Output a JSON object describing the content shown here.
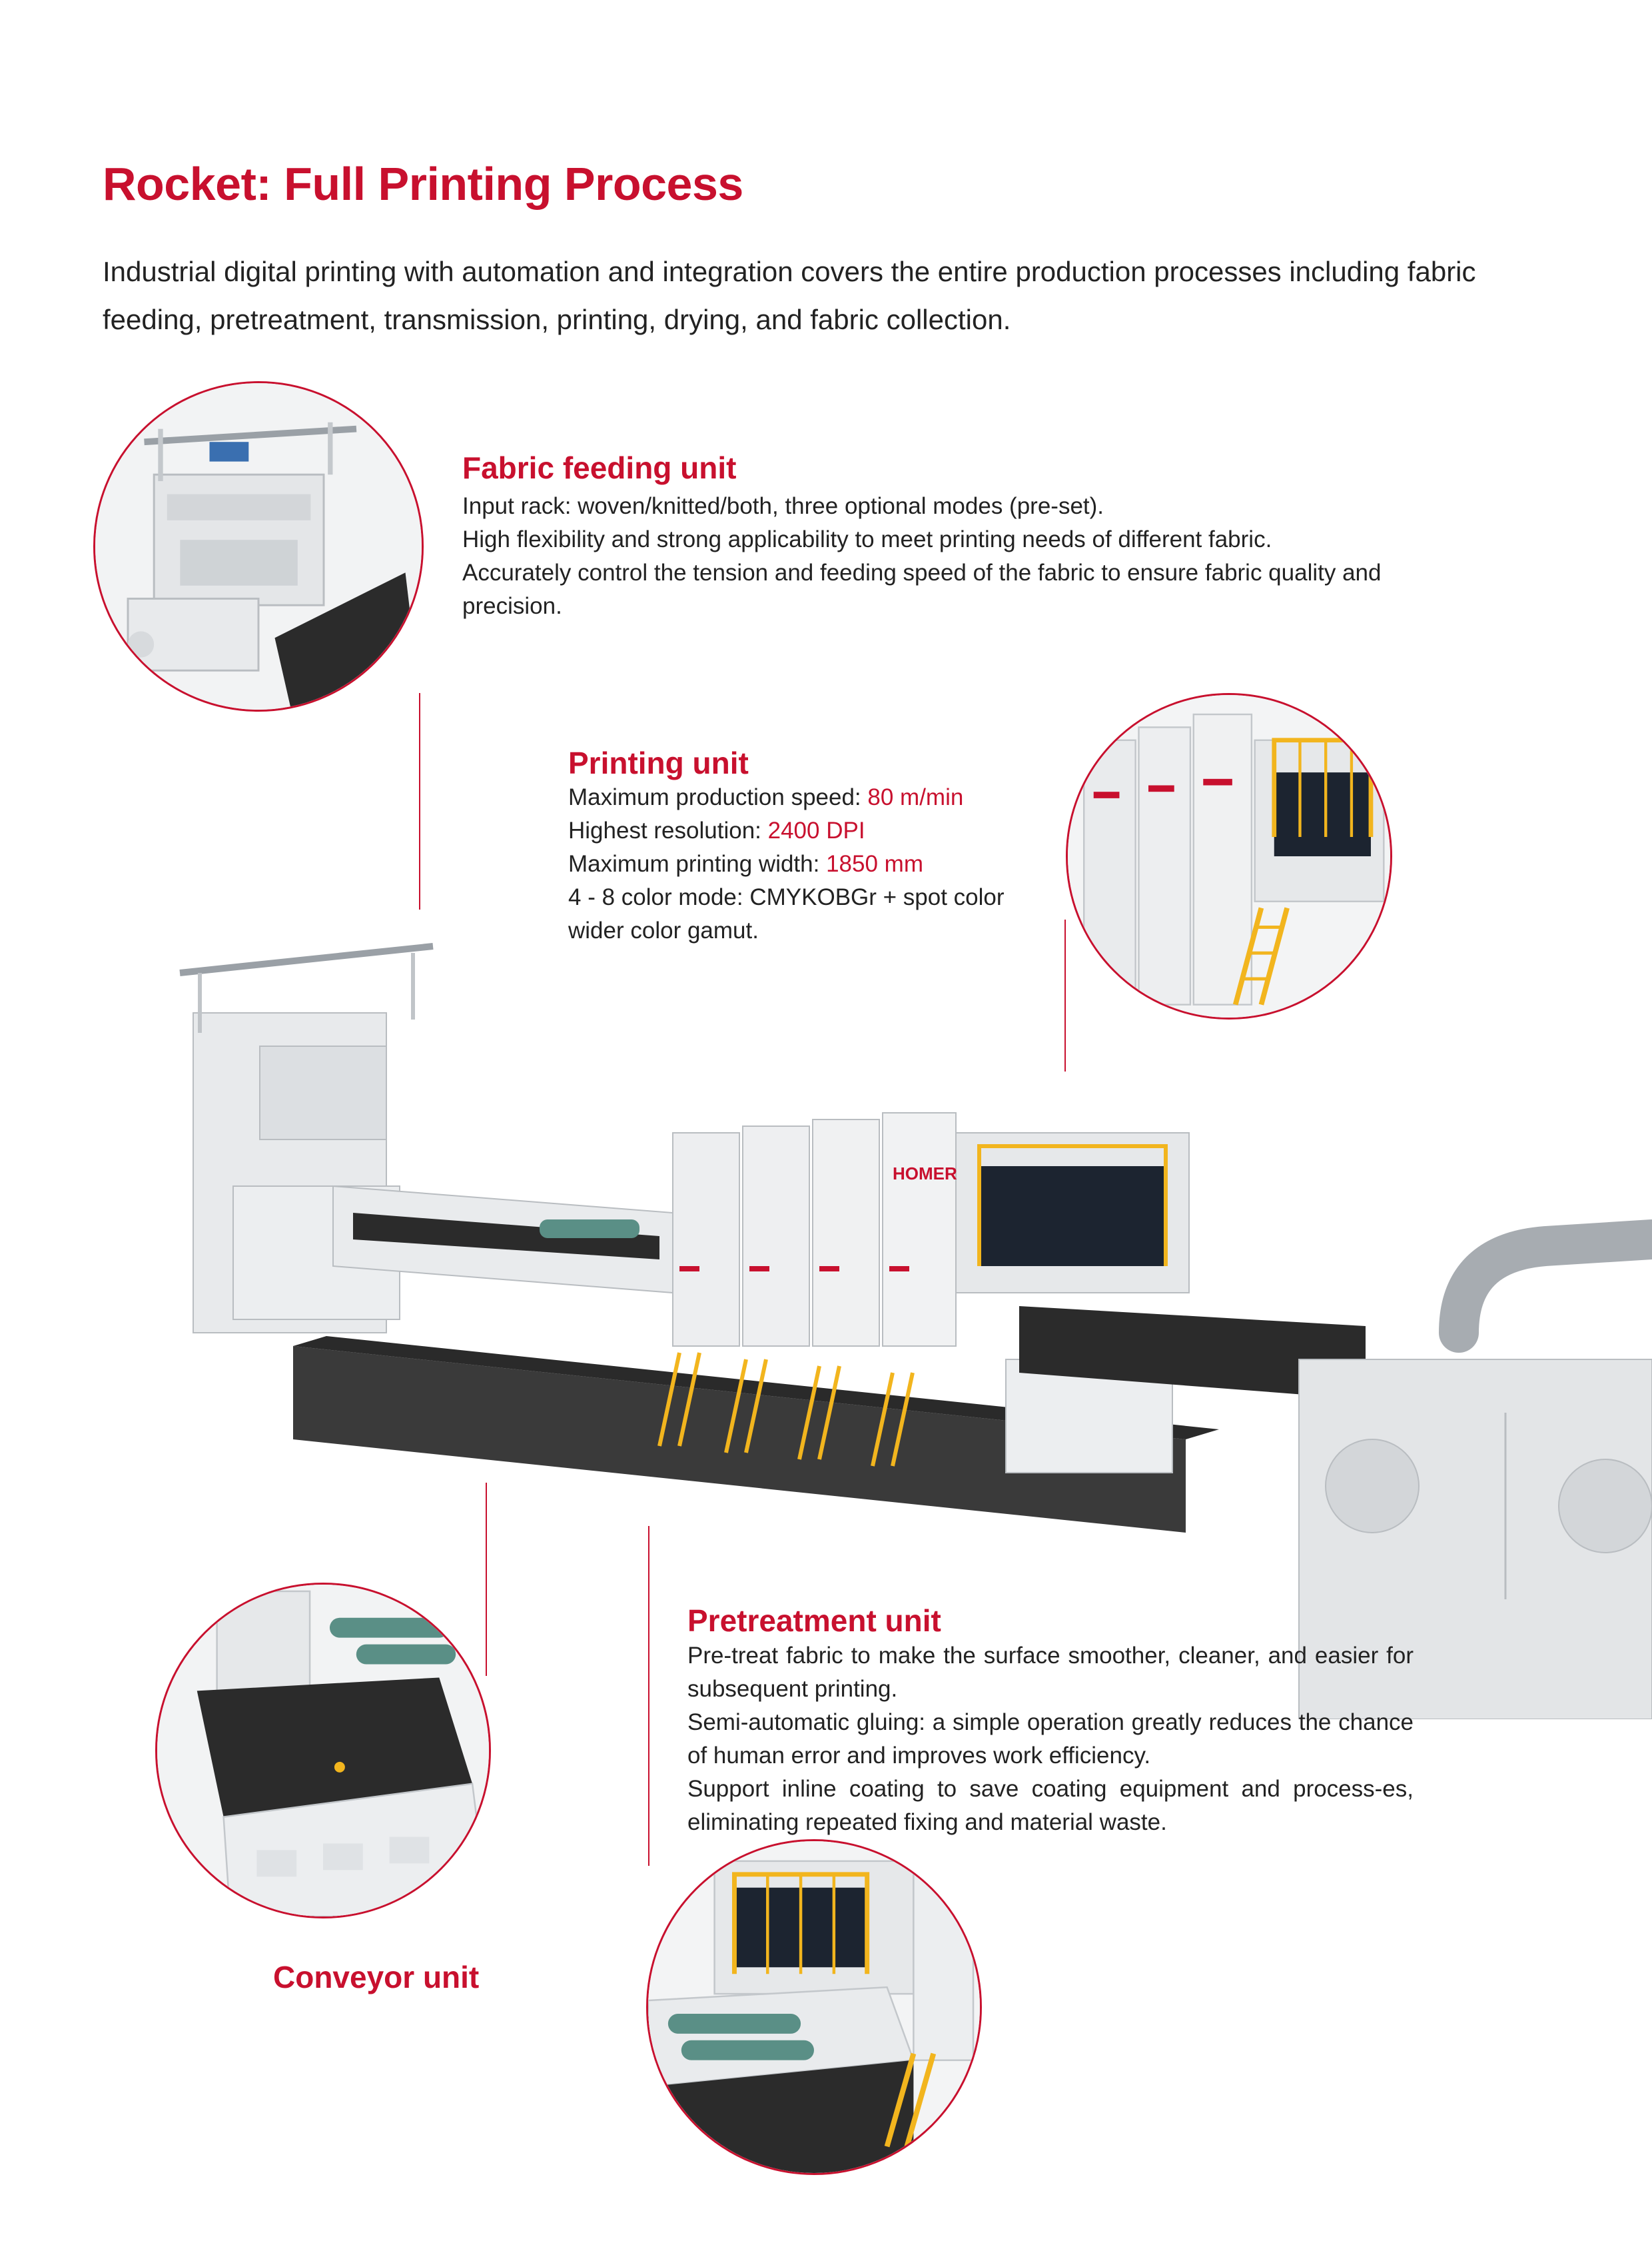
{
  "title": "Rocket: Full Printing Process",
  "intro": "Industrial digital printing with automation and integration covers the entire production processes including fabric feeding, pretreatment, transmission, printing, drying, and fabric collection.",
  "fabric_feeding": {
    "heading": "Fabric feeding unit",
    "lines": [
      "Input rack: woven/knitted/both, three optional modes (pre-set).",
      "High flexibility and strong applicability to meet printing needs of different fabric.",
      "Accurately control the tension and feeding speed of the fabric to ensure fabric quality and precision."
    ]
  },
  "printing": {
    "heading": "Printing unit",
    "speed_label": "Maximum production speed: ",
    "speed_value": "80 m/min",
    "resolution_label": "Highest resolution: ",
    "resolution_value": "2400 DPI",
    "width_label": "Maximum printing width: ",
    "width_value": "1850 mm",
    "color_line_1": "4 - 8 color mode: CMYKOBGr + spot color",
    "color_line_2": "wider color gamut."
  },
  "pretreatment": {
    "heading": "Pretreatment unit",
    "paragraphs": [
      "Pre-treat fabric to make the surface smoother, cleaner, and easier for subsequent printing.",
      "Semi-automatic gluing: a simple operation greatly reduces the chance of human error and improves work efficiency.",
      "Support inline coating to save coating equipment and process-es, eliminating repeated fixing and material waste."
    ]
  },
  "conveyor": {
    "heading": "Conveyor unit"
  },
  "brand_logo_text": "HOMER",
  "colors": {
    "accent": "#c8102e",
    "machine_body": "#e6e8ea",
    "belt": "#2b2b2b",
    "ladder": "#f2b51e",
    "roller": "#5a8f86"
  }
}
